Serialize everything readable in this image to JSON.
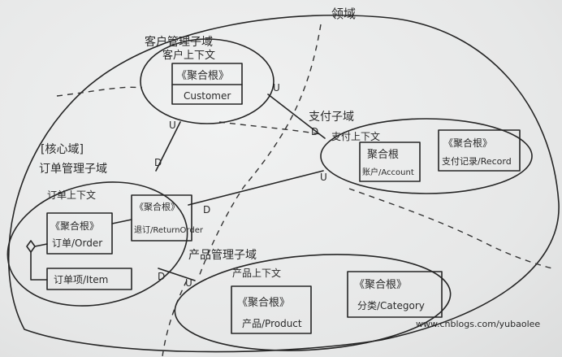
{
  "domain": {
    "label": "领域"
  },
  "customer_subdomain": {
    "label": "客户管理子域",
    "context": "客户上下文",
    "aggregate_stereotype": "《聚合根》",
    "aggregate_name": "Customer"
  },
  "payment_subdomain": {
    "label": "支付子域",
    "context": "支付上下文",
    "agg1_stereotype": "聚合根",
    "agg1_name": "账户/Account",
    "agg2_stereotype": "《聚合根》",
    "agg2_name": "支付记录/Record"
  },
  "order_subdomain": {
    "core_label": "[核心域]",
    "label": "订单管理子域",
    "context": "订单上下文",
    "agg1_stereotype": "《聚合根》",
    "agg1_name": "订单/Order",
    "agg2_stereotype": "《聚合根》",
    "agg2_name": "退订/ReturnOrder",
    "entity_name": "订单项/Item"
  },
  "product_subdomain": {
    "label": "产品管理子域",
    "context": "产品上下文",
    "agg1_stereotype": "《聚合根》",
    "agg1_name": "产品/Product",
    "agg2_stereotype": "《聚合根》",
    "agg2_name": "分类/Category"
  },
  "relationships": {
    "customer_order_upstream": "U",
    "customer_order_downstream": "D",
    "customer_payment_upstream": "U",
    "customer_payment_downstream": "D",
    "order_payment_upstream": "U",
    "order_payment_downstream": "D",
    "order_product_upstream": "U",
    "order_product_downstream": "D"
  },
  "watermark": "www.cnblogs.com/yubaolee"
}
